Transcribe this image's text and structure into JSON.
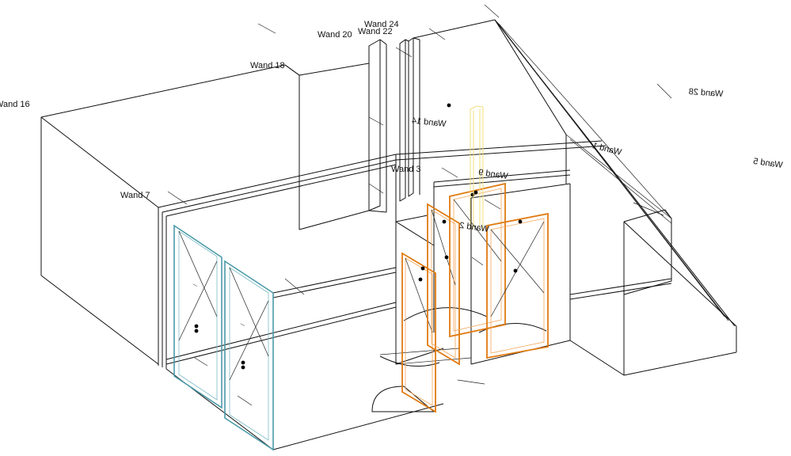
{
  "wall_labels": {
    "wand_16": "Wand 16",
    "wand_18": "Wand 18",
    "wand_20": "Wand 20",
    "wand_22": "Wand 22",
    "wand_24": "Wand 24",
    "wand_7": "Wand 7",
    "wand_3": "Wand 3",
    "wand_14": "Wand 14",
    "wand_9": "Wand 9",
    "wand_1": "Wand 1",
    "wand_28": "Wand 28",
    "wand_5": "Wand 5",
    "wand_2": "Wand 2"
  },
  "colors": {
    "edges": "#111111",
    "door_frames_left": "#4a9aa8",
    "door_frames_center": "#e07a10",
    "chimney": "#f3df7a",
    "points": "#000000"
  }
}
